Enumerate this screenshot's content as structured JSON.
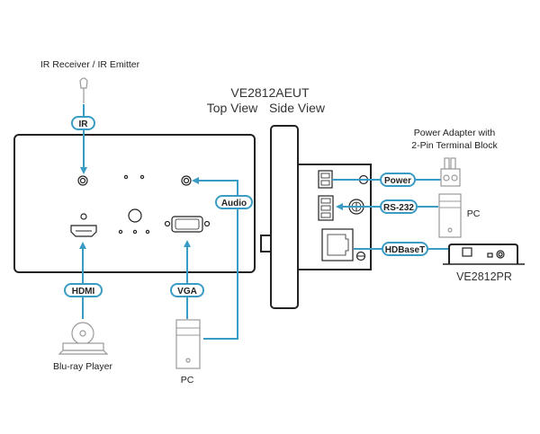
{
  "title": "VE2812AEUT",
  "views": {
    "top": "Top View",
    "side": "Side View"
  },
  "labels": {
    "ir_device": "IR Receiver / IR Emitter",
    "bluray": "Blu-ray Player",
    "pc_vga": "PC",
    "power_adapter_line1": "Power Adapter with",
    "power_adapter_line2": "2-Pin Terminal Block",
    "pc_rs232": "PC",
    "receiver": "VE2812PR"
  },
  "connections": {
    "ir": "IR",
    "audio": "Audio",
    "hdmi": "HDMI",
    "vga": "VGA",
    "power": "Power",
    "rs232": "RS-232",
    "hdbaset": "HDBaseT"
  },
  "colors": {
    "wire": "#3a9cc4",
    "device": "#222222",
    "peripheral": "#999999"
  }
}
